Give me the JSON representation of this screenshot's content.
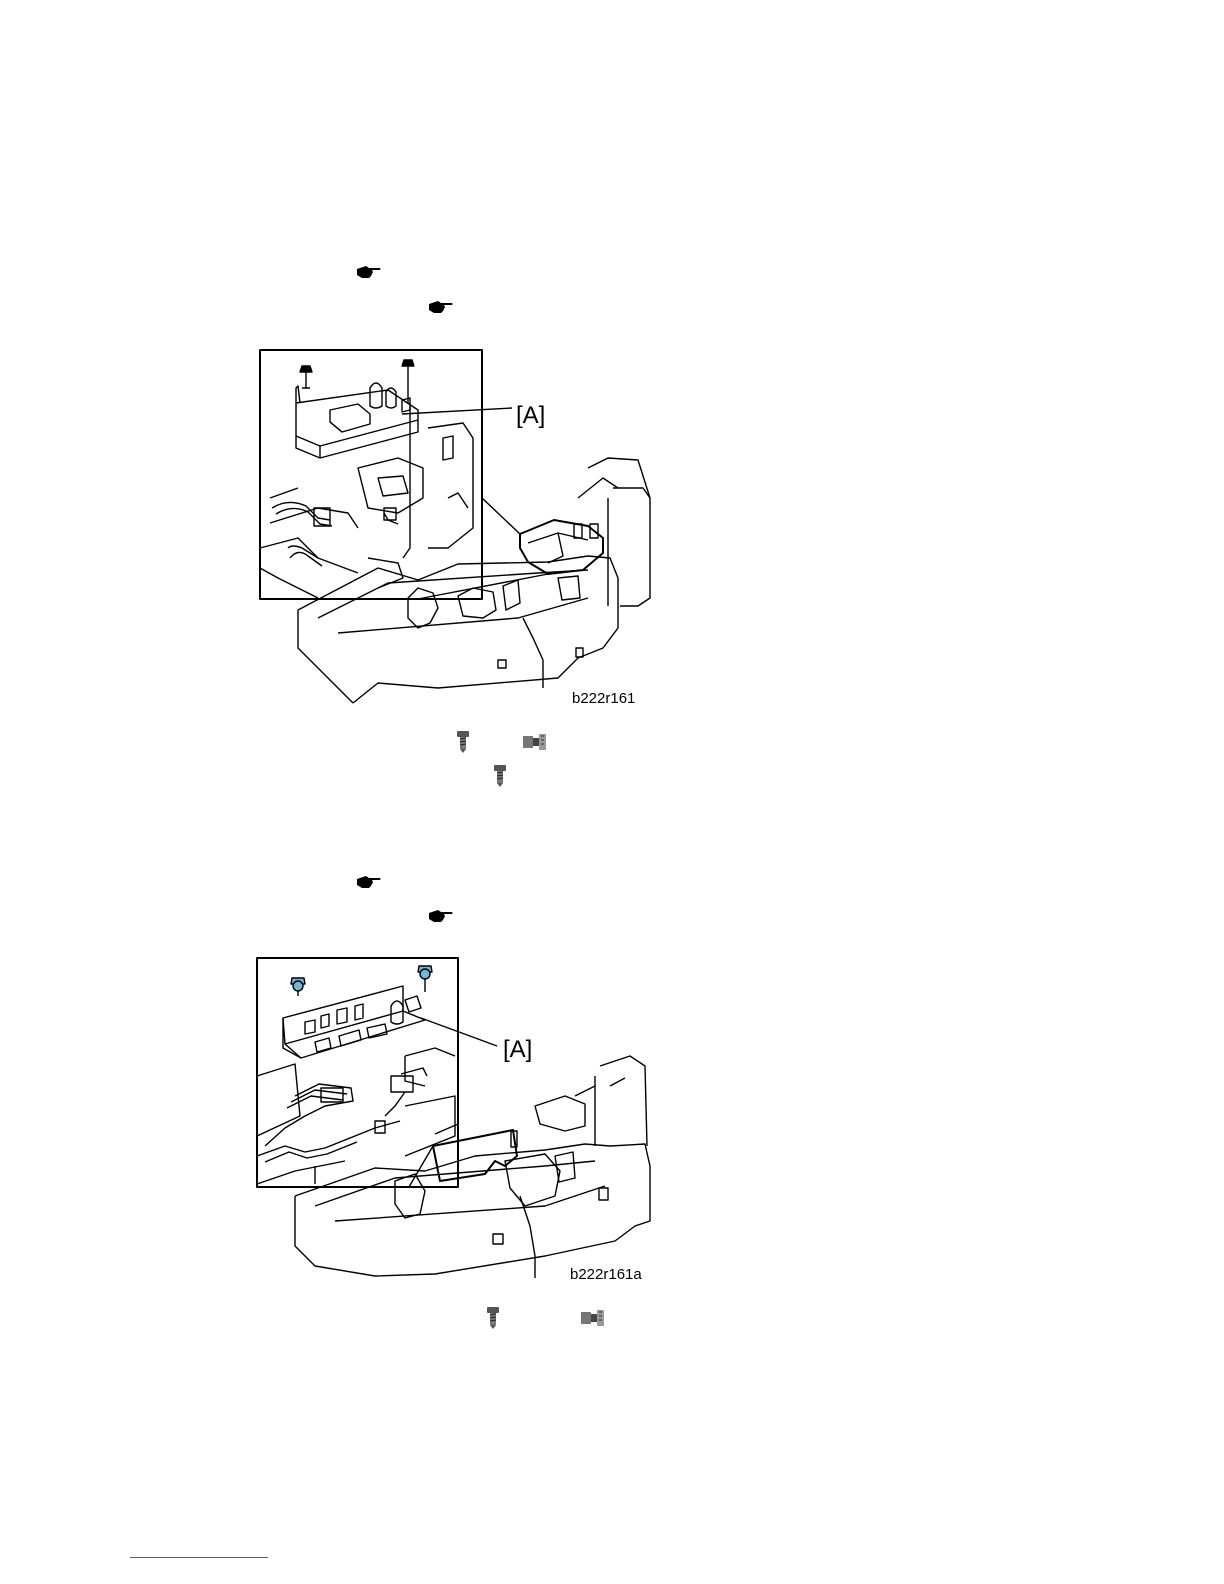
{
  "figures": [
    {
      "callout": "[A]",
      "caption": "b222r161"
    },
    {
      "callout": "[A]",
      "caption": "b222r161a"
    }
  ],
  "icons": {
    "reference": "pointing-hand-icon",
    "screw": "screw-icon",
    "connector": "connector-icon"
  },
  "colors": {
    "line": "#000000",
    "screw_blue": "#6fb8d8",
    "footer_link": "#3a5ad0"
  }
}
